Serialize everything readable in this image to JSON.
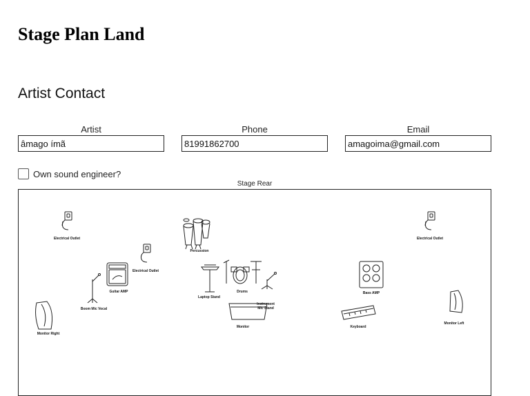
{
  "site": {
    "title": "Stage Plan Land"
  },
  "section": {
    "title": "Artist Contact"
  },
  "contact": {
    "artist": {
      "label": "Artist",
      "value": "âmago ímã"
    },
    "phone": {
      "label": "Phone",
      "value": "81991862700"
    },
    "email": {
      "label": "Email",
      "value": "amagoima@gmail.com"
    }
  },
  "engineer": {
    "label": "Own sound engineer?",
    "checked": false
  },
  "stage": {
    "rear_label": "Stage Rear",
    "items": {
      "outlet_left": "Electrical Outlet",
      "outlet_mid": "Electrical Outlet",
      "outlet_right": "Electrical Outlet",
      "percussion": "Percussion",
      "guitar_amp": "Guitar AMP",
      "boom_mic": "Boom Mic Vocal",
      "laptop_stand": "Laptop Stand",
      "drums": "Drums",
      "instrument_mic_1": "Instrument",
      "instrument_mic_2": "Mic Stand",
      "bass_amp": "Bass AMP",
      "monitor_center": "Monitor",
      "keyboard": "Keyboard",
      "monitor_left": "Monitor Left",
      "monitor_right": "Monitor Right"
    }
  }
}
